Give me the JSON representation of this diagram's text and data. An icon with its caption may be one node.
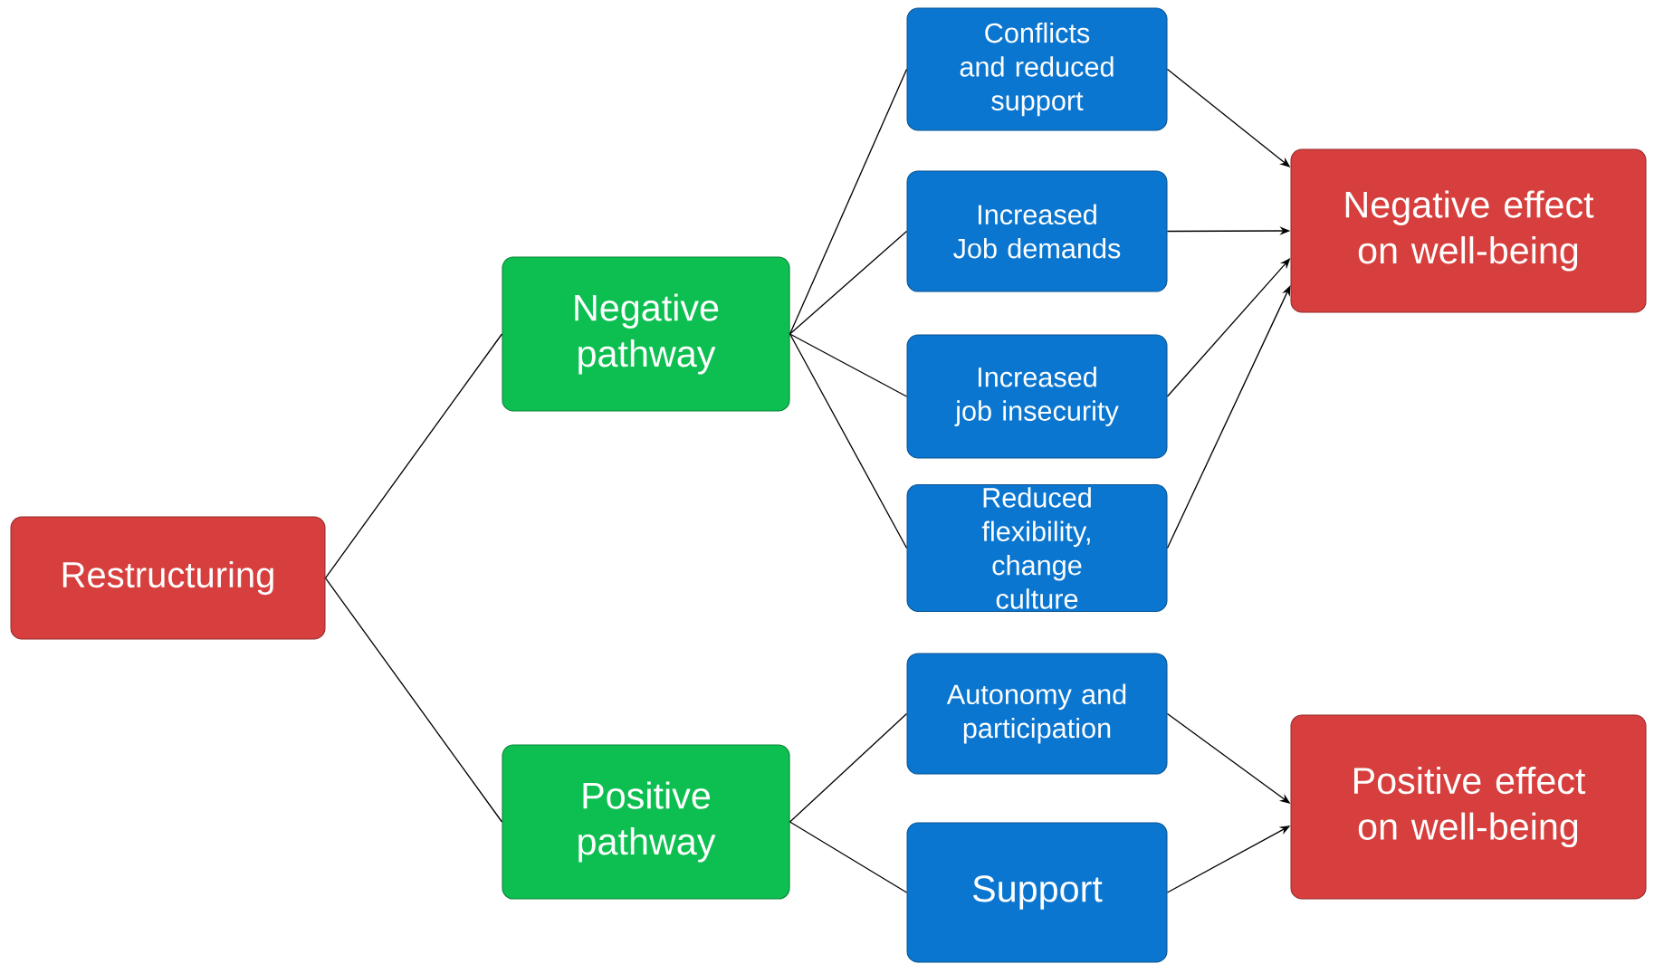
{
  "diagram": {
    "nodes": [
      {
        "text": [
          "Restructuring"
        ]
      },
      {
        "text": [
          "Negative pathway"
        ]
      },
      {
        "text": [
          "Positive pathway"
        ]
      },
      {
        "text": [
          "Conflicts and reduced support"
        ]
      },
      {
        "text": [
          "Increased Job demands"
        ]
      },
      {
        "text": [
          "Increased job insecurity"
        ]
      },
      {
        "text": [
          "Reduced flexibility, change culture"
        ]
      },
      {
        "text": [
          "Autonomy and participation"
        ]
      },
      {
        "text": [
          "Support"
        ]
      },
      {
        "text": [
          "Negative effect on well-being"
        ]
      },
      {
        "text": [
          "Positive effect on well-being"
        ]
      }
    ],
    "edges": [
      {
        "from": 0,
        "to": 1,
        "arrow": "none"
      },
      {
        "from": 0,
        "to": 2,
        "arrow": "none"
      },
      {
        "from": 1,
        "to": 3,
        "arrow": "none"
      },
      {
        "from": 1,
        "to": 4,
        "arrow": "none"
      },
      {
        "from": 1,
        "to": 5,
        "arrow": "none"
      },
      {
        "from": 1,
        "to": 6,
        "arrow": "none"
      },
      {
        "from": 2,
        "to": 7,
        "arrow": "none"
      },
      {
        "from": 2,
        "to": 8,
        "arrow": "none"
      },
      {
        "from": 3,
        "to": 9,
        "arrow": "to"
      },
      {
        "from": 4,
        "to": 9,
        "arrow": "to"
      },
      {
        "from": 5,
        "to": 9,
        "arrow": "to"
      },
      {
        "from": 6,
        "to": 9,
        "arrow": "to"
      },
      {
        "from": 7,
        "to": 10,
        "arrow": "to"
      },
      {
        "from": 8,
        "to": 10,
        "arrow": "to"
      }
    ]
  }
}
